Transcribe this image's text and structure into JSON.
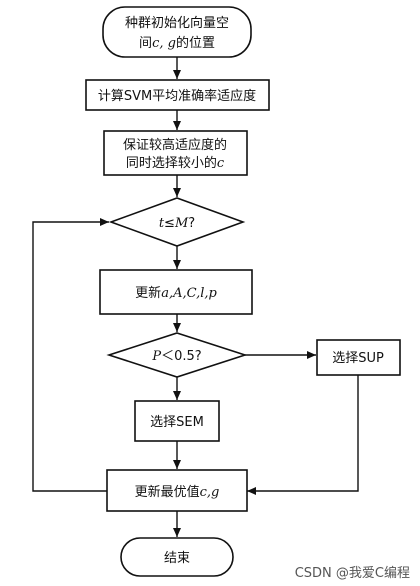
{
  "nodes": {
    "init": {
      "line1": "种群初始化向量空",
      "line2_pre": "间",
      "line2_var": "c, g",
      "line2_post": "的位置"
    },
    "svm": {
      "text": "计算SVM平均准确率适应度"
    },
    "keep": {
      "line1": "保证较高适应度的",
      "line2_pre": "同时选择较小的",
      "line2_var": "c"
    },
    "cond_t": {
      "var": "t",
      "rest": "≤",
      "var2": "M",
      "q": "?"
    },
    "update": {
      "pre": "更新",
      "vars": "a,A,C,l,p"
    },
    "cond_p": {
      "var": "P",
      "rest": "＜0.5?"
    },
    "sup": {
      "text": "选择SUP"
    },
    "sem": {
      "text": "选择SEM"
    },
    "best": {
      "pre": "更新最优值",
      "vars": "c,g"
    },
    "end": {
      "text": "结束"
    }
  },
  "watermark": "CSDN @我爱C编程"
}
